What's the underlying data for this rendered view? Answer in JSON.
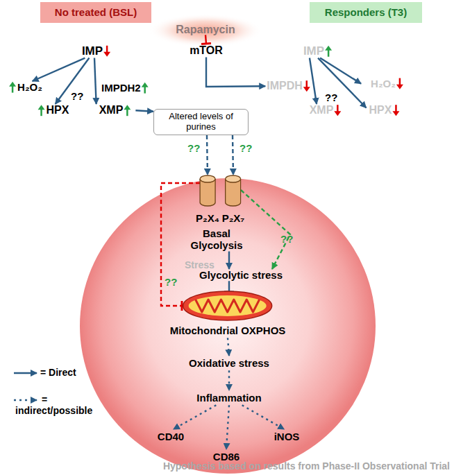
{
  "diagram": {
    "caption": "Hypothesis based on results from Phase-II Observational Trial",
    "nodes": [
      {
        "text": [
          "No treated (BSL)"
        ]
      },
      {
        "text": [
          "Rapamycin"
        ]
      },
      {
        "text": [
          "Responders (T3)"
        ]
      },
      {
        "text": [
          "IMP"
        ]
      },
      {
        "text": [
          "mTOR"
        ]
      },
      {
        "text": [
          "IMP"
        ]
      },
      {
        "text": [
          "H₂O₂"
        ]
      },
      {
        "text": [
          "IMPDH"
        ]
      },
      {
        "text": [
          "H₂O₂"
        ]
      },
      {
        "text": [
          "HPX"
        ]
      },
      {
        "text": [
          "XMP"
        ]
      },
      {
        "text": [
          "Altered levels of purines"
        ]
      },
      {
        "text": [
          "XMP"
        ]
      },
      {
        "text": [
          "HPX"
        ]
      },
      {
        "text": [
          "P₂X₄"
        ]
      },
      {
        "text": [
          "P₂X₇"
        ]
      },
      {
        "text": [
          "Basal Glycolysis"
        ]
      },
      {
        "text": [
          "Glycolytic stress"
        ]
      },
      {
        "text": [
          "Mitochondrial OXPHOS"
        ]
      },
      {
        "text": [
          "Oxidative stress"
        ]
      },
      {
        "text": [
          "Inflammation"
        ]
      },
      {
        "text": [
          "CD40"
        ]
      },
      {
        "text": [
          "CD86"
        ]
      },
      {
        "text": [
          "iNOS"
        ]
      }
    ],
    "edges": [
      {
        "from": 3,
        "to": 6,
        "arrow": "to"
      },
      {
        "from": 3,
        "to": 9,
        "arrow": "to"
      },
      {
        "from": 3,
        "to": 10,
        "label": "IMPDH2",
        "arrow": "to"
      },
      {
        "from": 1,
        "to": 4,
        "arrow": "to"
      },
      {
        "from": 4,
        "to": 7,
        "arrow": "to"
      },
      {
        "from": 10,
        "to": 11,
        "arrow": "to"
      },
      {
        "from": 5,
        "to": 12,
        "arrow": "to"
      },
      {
        "from": 5,
        "to": 8,
        "arrow": "to"
      },
      {
        "from": 5,
        "to": 13,
        "arrow": "to"
      },
      {
        "from": 11,
        "to": 14,
        "label": "??",
        "arrow": "to"
      },
      {
        "from": 11,
        "to": 15,
        "label": "??",
        "arrow": "to"
      },
      {
        "from": 14,
        "to": 18,
        "label": "??",
        "arrow": "to"
      },
      {
        "from": 15,
        "to": 17,
        "label": "??",
        "arrow": "to"
      },
      {
        "from": 16,
        "to": 17,
        "label": "Stress",
        "arrow": "to"
      },
      {
        "from": 17,
        "to": 18,
        "arrow": "to"
      },
      {
        "from": 18,
        "to": 19,
        "arrow": "to"
      },
      {
        "from": 19,
        "to": 20,
        "arrow": "to"
      },
      {
        "from": 20,
        "to": 21,
        "arrow": "to"
      },
      {
        "from": 20,
        "to": 22,
        "arrow": "to"
      },
      {
        "from": 20,
        "to": 23,
        "arrow": "to"
      }
    ],
    "labels": [
      "??",
      "??"
    ],
    "legend": [
      {
        "text": "= Direct"
      },
      {
        "text": "= indirect/possible"
      }
    ]
  }
}
